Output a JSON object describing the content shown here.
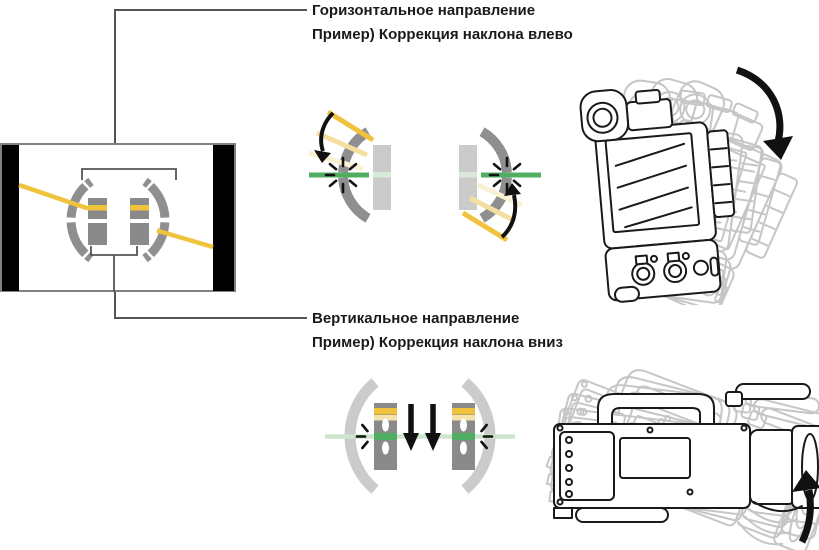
{
  "page": {
    "background": "#ffffff"
  },
  "colors": {
    "yellow": "#F0C33C",
    "yellow_fade_1": "#F5DFA0",
    "yellow_fade_2": "#FAF1D4",
    "yellow_pale_band": "#F4E3AA",
    "green": "#4FAE62",
    "green_pale": "#CDE5CC",
    "green_faint": "#D9EAD9",
    "arc_gray": "#8F8F8F",
    "bar_gray": "#8A8A8A",
    "faded_gray": "#CBCBCB",
    "screen_black": "#000000",
    "screen_border": "#808080",
    "callout_line": "#555555",
    "ghost_outline": "#C6C6C6",
    "camera_outline": "#1A1A1A",
    "arrow_black": "#111111",
    "text": "#1A1A1A"
  },
  "sections": {
    "horizontal": {
      "title": "Горизонтальное направление",
      "example": "Пример) Коррекция наклона влево"
    },
    "vertical": {
      "title": "Вертикальное направление",
      "example": "Пример) Коррекция наклона вниз"
    }
  }
}
